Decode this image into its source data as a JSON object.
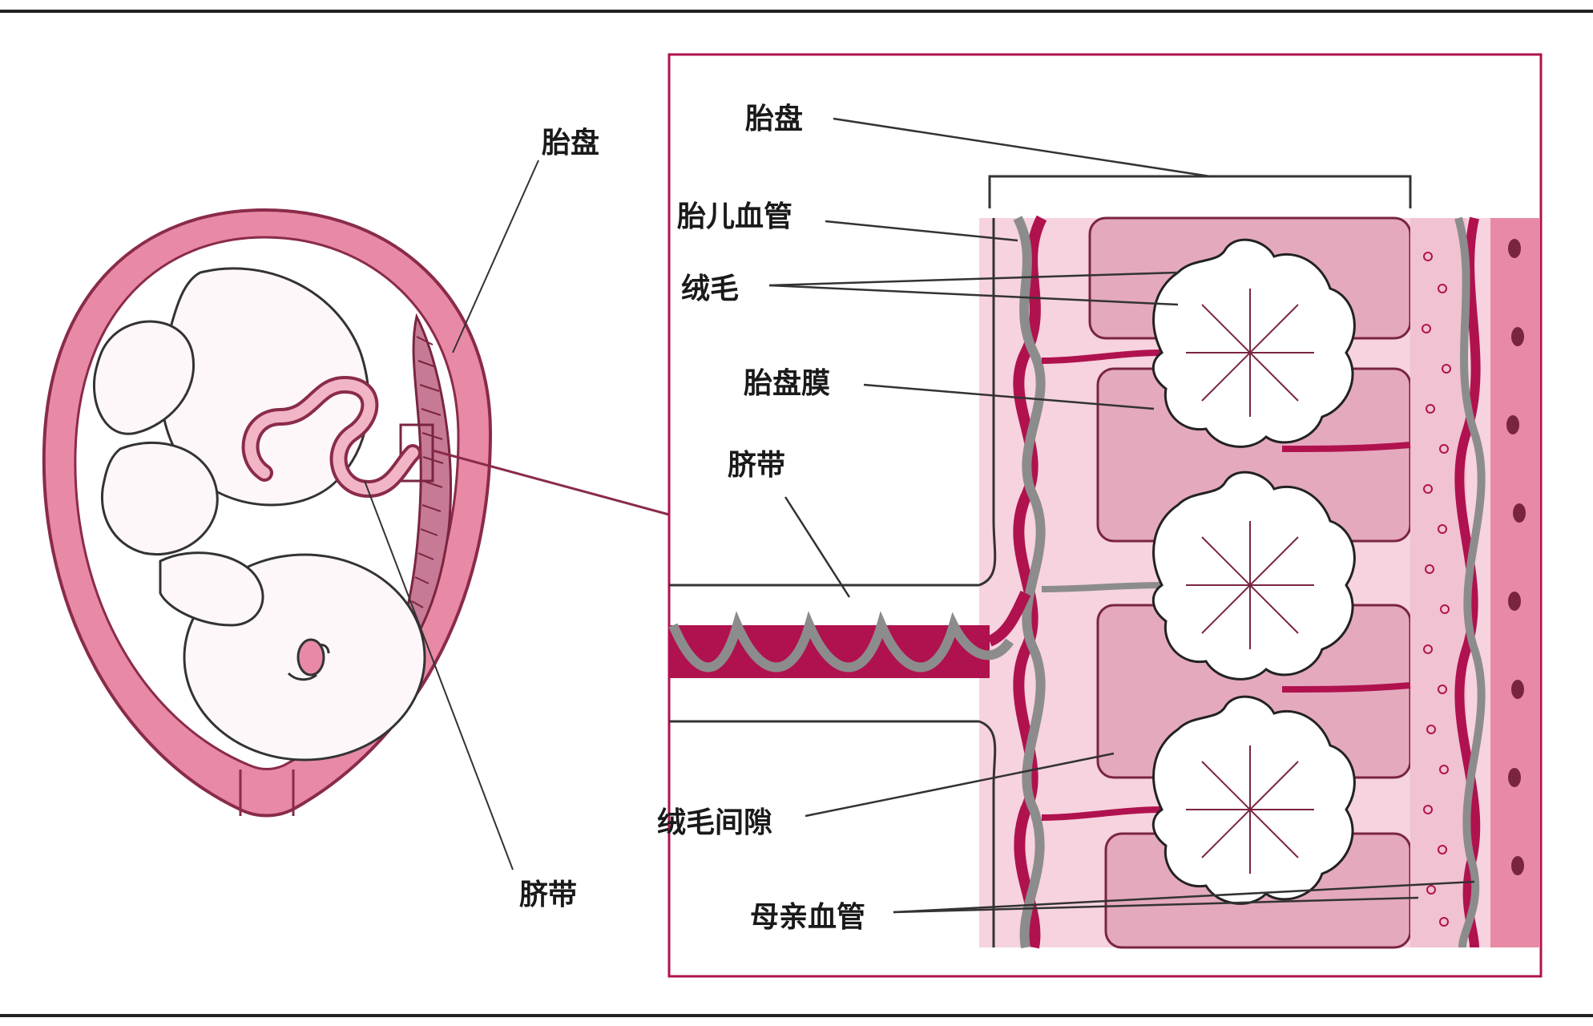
{
  "labels": {
    "left_placenta": "胎盘",
    "left_umbilical_cord": "脐带",
    "zoom_placenta": "胎盘",
    "fetal_vessels": "胎儿血管",
    "villi": "绒毛",
    "placental_membrane": "胎盘膜",
    "zoom_umbilical_cord": "脐带",
    "intervillous_space": "绒毛间隙",
    "maternal_vessels": "母亲血管"
  },
  "colors": {
    "uterus_wall": "#e88aa6",
    "uterus_outline": "#8a2b4a",
    "tissue_light": "#f6d3de",
    "tissue_mid": "#e4a9bd",
    "tissue_dark": "#b86c8a",
    "vessel_red": "#b0124f",
    "vessel_gray": "#8c8c8c",
    "ink": "#1a1a1a"
  }
}
